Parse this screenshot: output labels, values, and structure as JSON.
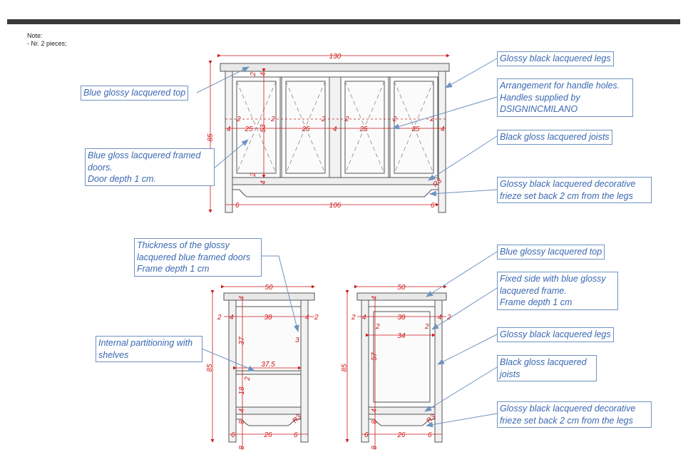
{
  "note": {
    "title": "Note:",
    "line": "- Nr. 2 pieces;"
  },
  "callouts": {
    "front_top": [
      "Blue glossy lacquered top"
    ],
    "front_legs": [
      "Glossy black lacquered legs"
    ],
    "front_handles": [
      "Arrangement for handle holes.",
      "Handles supplied by",
      "DSIGNINCMILANO"
    ],
    "front_joists": [
      "Black gloss lacquered joists"
    ],
    "front_doors": [
      "Blue gloss lacquered framed",
      "doors.",
      "Door depth 1 cm."
    ],
    "front_frieze": [
      "Glossy black lacquered decorative",
      "frieze set back 2 cm from the legs"
    ],
    "thickness": [
      "Thickness of the glossy",
      "lacquered blue framed doors",
      "Frame depth 1 cm"
    ],
    "partition": [
      "Internal partitioning with",
      "shelves"
    ],
    "side_top": [
      "Blue glossy lacquered top"
    ],
    "side_fixed": [
      "Fixed side with blue glossy",
      "lacquered frame.",
      "Frame depth 1 cm"
    ],
    "side_legs": [
      "Glossy black lacquered legs"
    ],
    "side_joists": [
      "Black gloss lacquered",
      "joists"
    ],
    "side_frieze": [
      "Glossy black lacquered decorative",
      "frieze set back 2 cm from the legs"
    ]
  },
  "dims": {
    "front": {
      "width": "130",
      "height": "85",
      "inner": "106",
      "leg_l": "6",
      "leg_r": "6",
      "top_t": "2",
      "top_t2": "4",
      "door": "25",
      "gap": "4",
      "frame": "2",
      "door_h": "53",
      "r": "R3"
    },
    "side_left": {
      "width": "50",
      "height": "85",
      "inner": "38",
      "side": "2",
      "leg": "4",
      "upper": "37",
      "shelf": "37.5",
      "shelf_t": "2",
      "lower": "18",
      "foot": "8",
      "bottom": "26",
      "leg_w": "6",
      "thick": "3",
      "r": "R3"
    },
    "side_right": {
      "width": "50",
      "height": "85",
      "inner": "38",
      "side": "2",
      "leg": "4",
      "panel": "34",
      "panel_h": "57",
      "foot": "8",
      "bottom": "26",
      "leg_w": "6",
      "r": "R3"
    }
  },
  "colors": {
    "callout_border": "#6f93c0",
    "callout_text": "#3a68b2",
    "dimension": "#d01818"
  }
}
